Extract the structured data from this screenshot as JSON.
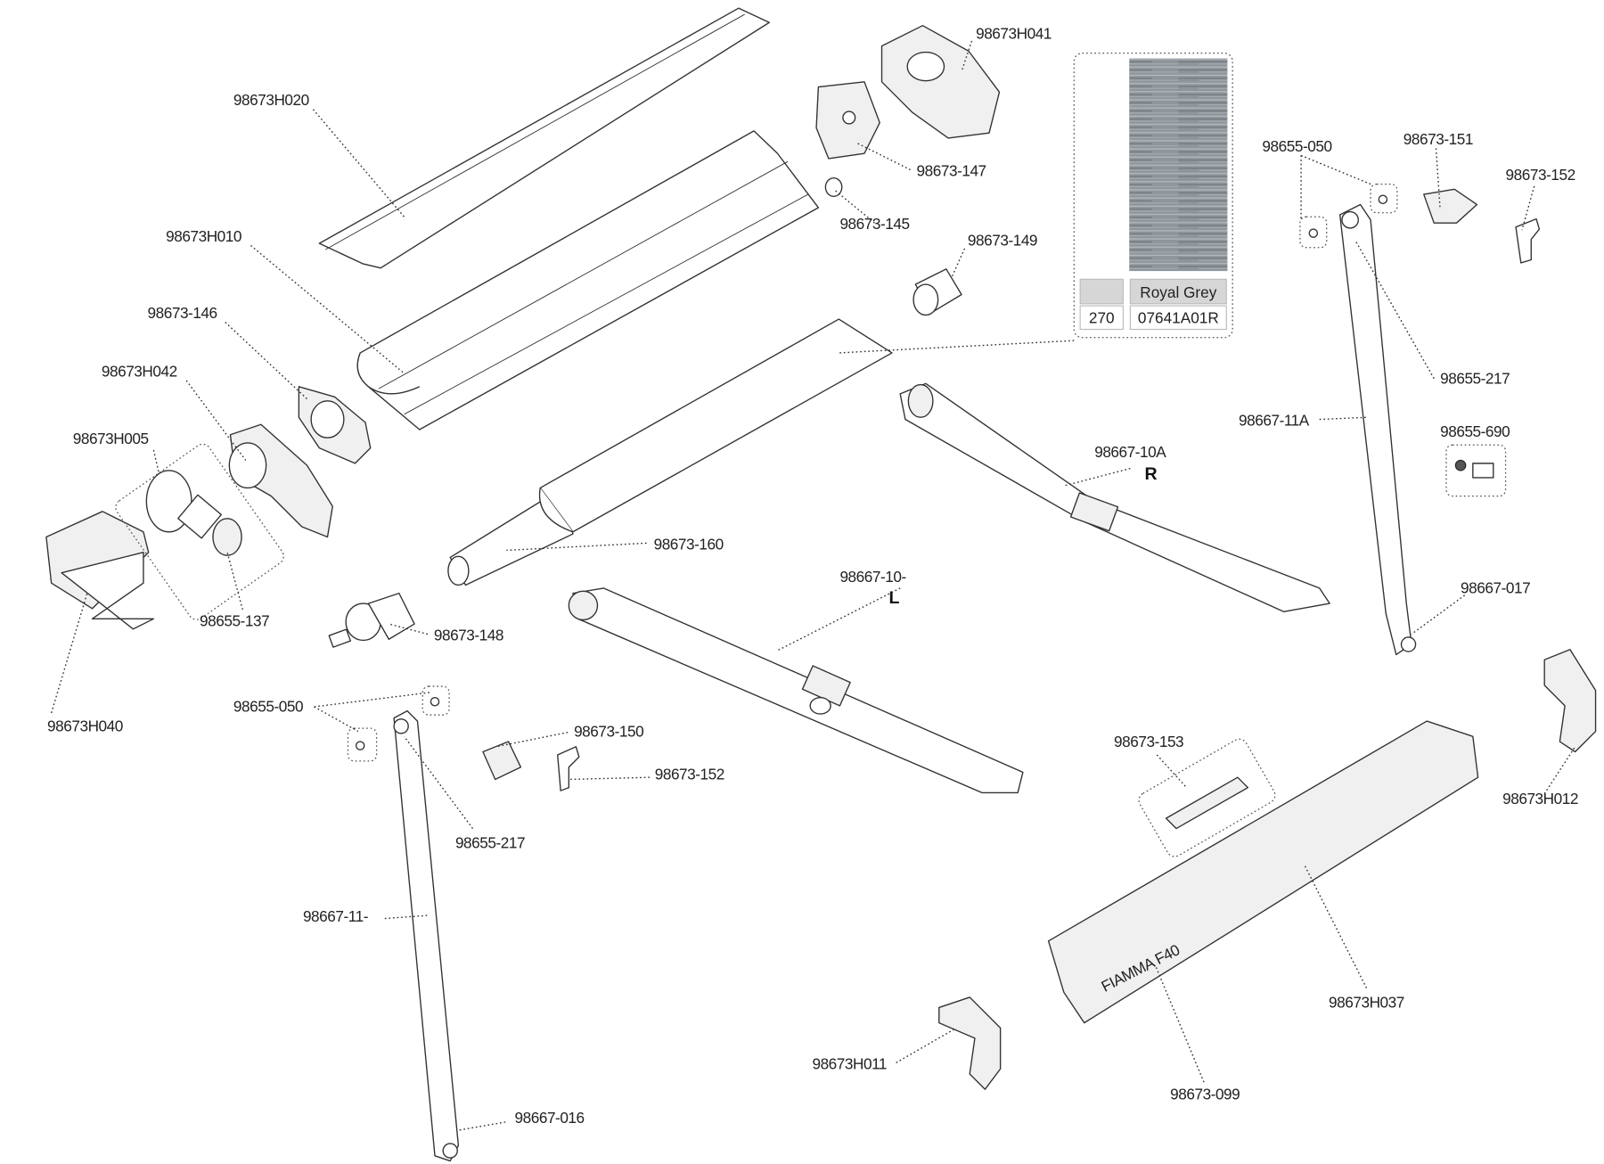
{
  "labels": {
    "h020": "98673H020",
    "h041": "98673H041",
    "p147": "98673-147",
    "p145": "98673-145",
    "h010": "98673H010",
    "p149": "98673-149",
    "p146": "98673-146",
    "h042": "98673H042",
    "h005": "98673H005",
    "p137": "98655-137",
    "p160": "98673-160",
    "p148": "98673-148",
    "h040": "98673H040",
    "p050_left": "98655-050",
    "p150": "98673-150",
    "p152_left": "98673-152",
    "p217_left": "98655-217",
    "arm_left": "98667-10-",
    "arm_left_side": "L",
    "arm_right": "98667-10A",
    "arm_right_side": "R",
    "p050_right": "98655-050",
    "p151": "98673-151",
    "p152_right": "98673-152",
    "p217_right": "98655-217",
    "leg_right": "98667-11A",
    "p690": "98655-690",
    "p017": "98667-017",
    "p153": "98673-153",
    "h012": "98673H012",
    "leg_left": "98667-11-",
    "h037": "98673H037",
    "h011": "98673H011",
    "p099": "98673-099",
    "p016": "98667-016"
  },
  "fabric_swatch": {
    "color_name": "Royal Grey",
    "size": "270",
    "code": "07641A01R",
    "swatch_color": "#8e959b"
  },
  "logo_text": "FIAMMA F40"
}
